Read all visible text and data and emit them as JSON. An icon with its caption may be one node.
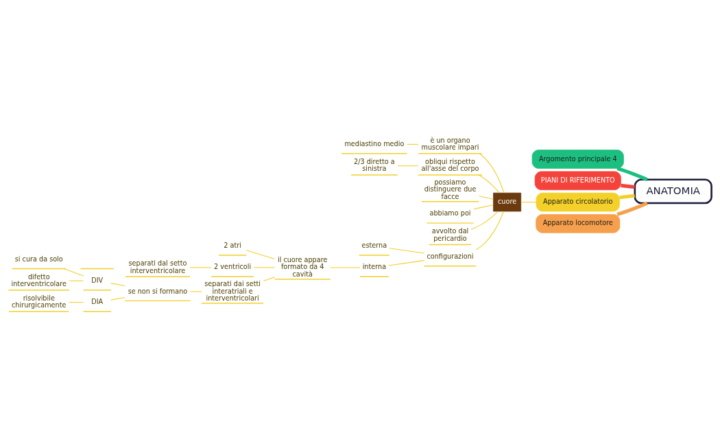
{
  "diagram": {
    "nodes": [
      {
        "text": [
          "ANATOMIA"
        ]
      },
      {
        "text": [
          "Argomento principale 4"
        ]
      },
      {
        "text": [
          "PIANI DI RIFERIMENTO"
        ]
      },
      {
        "text": [
          "Apparato circolatorio"
        ]
      },
      {
        "text": [
          "Apparato locomotore"
        ]
      },
      {
        "text": [
          "cuore"
        ]
      },
      {
        "text": [
          "è un organo muscolare impari"
        ]
      },
      {
        "text": [
          "mediastino medio"
        ]
      },
      {
        "text": [
          "obliqui rispetto all'asse del corpo"
        ]
      },
      {
        "text": [
          "2/3 diretto a sinistra"
        ]
      },
      {
        "text": [
          "possiamo distinguere due facce"
        ]
      },
      {
        "text": [
          "abbiamo poi"
        ]
      },
      {
        "text": [
          "avvolto dal pericardio"
        ]
      },
      {
        "text": [
          "configurazioni"
        ]
      },
      {
        "text": [
          "esterna"
        ]
      },
      {
        "text": [
          "interna"
        ]
      },
      {
        "text": [
          "il cuore appare formato da 4 cavità"
        ]
      },
      {
        "text": [
          "2 atri"
        ]
      },
      {
        "text": [
          "2 ventricoli"
        ]
      },
      {
        "text": [
          "separati dal setto interventricolare"
        ]
      },
      {
        "text": [
          "separati dai setti interatriali e interventricolari"
        ]
      },
      {
        "text": [
          "se non si formano"
        ]
      },
      {
        "text": [
          "DIV"
        ]
      },
      {
        "text": [
          "si cura da solo"
        ]
      },
      {
        "text": [
          "difetto interventricolare"
        ]
      },
      {
        "text": [
          "DIA"
        ]
      },
      {
        "text": [
          "risolvibile chirurgicamente"
        ]
      },
      {
        "text": [],
        "shape": "bar"
      }
    ],
    "edges": [
      {
        "from": 0,
        "to": 1,
        "arrow": "none",
        "style": "thick",
        "color": "#1dbf80"
      },
      {
        "from": 0,
        "to": 2,
        "arrow": "none",
        "style": "thick",
        "color": "#f4433a"
      },
      {
        "from": 0,
        "to": 3,
        "arrow": "none",
        "style": "thick"
      },
      {
        "from": 0,
        "to": 4,
        "arrow": "none",
        "style": "thick",
        "color": "#f6a04d"
      },
      {
        "from": 3,
        "to": 5,
        "arrow": "none"
      },
      {
        "from": 5,
        "to": 6,
        "arrow": "none"
      },
      {
        "from": 6,
        "to": 7,
        "arrow": "none"
      },
      {
        "from": 5,
        "to": 8,
        "arrow": "none"
      },
      {
        "from": 8,
        "to": 9,
        "arrow": "none"
      },
      {
        "from": 5,
        "to": 10,
        "arrow": "none"
      },
      {
        "from": 5,
        "to": 11,
        "arrow": "none"
      },
      {
        "from": 5,
        "to": 12,
        "arrow": "none"
      },
      {
        "from": 5,
        "to": 13,
        "arrow": "none"
      },
      {
        "from": 13,
        "to": 14,
        "arrow": "none"
      },
      {
        "from": 13,
        "to": 15,
        "arrow": "none"
      },
      {
        "from": 15,
        "to": 16,
        "arrow": "none"
      },
      {
        "from": 16,
        "to": 17,
        "arrow": "none"
      },
      {
        "from": 16,
        "to": 18,
        "arrow": "none"
      },
      {
        "from": 18,
        "to": 19,
        "arrow": "none"
      },
      {
        "from": 16,
        "to": 20,
        "arrow": "none"
      },
      {
        "from": 20,
        "to": 21,
        "arrow": "none"
      },
      {
        "from": 21,
        "to": 22,
        "arrow": "none"
      },
      {
        "from": 22,
        "to": 23,
        "arrow": "none"
      },
      {
        "from": 22,
        "to": 24,
        "arrow": "none"
      },
      {
        "from": 21,
        "to": 25,
        "arrow": "none"
      },
      {
        "from": 25,
        "to": 26,
        "arrow": "none"
      }
    ]
  }
}
